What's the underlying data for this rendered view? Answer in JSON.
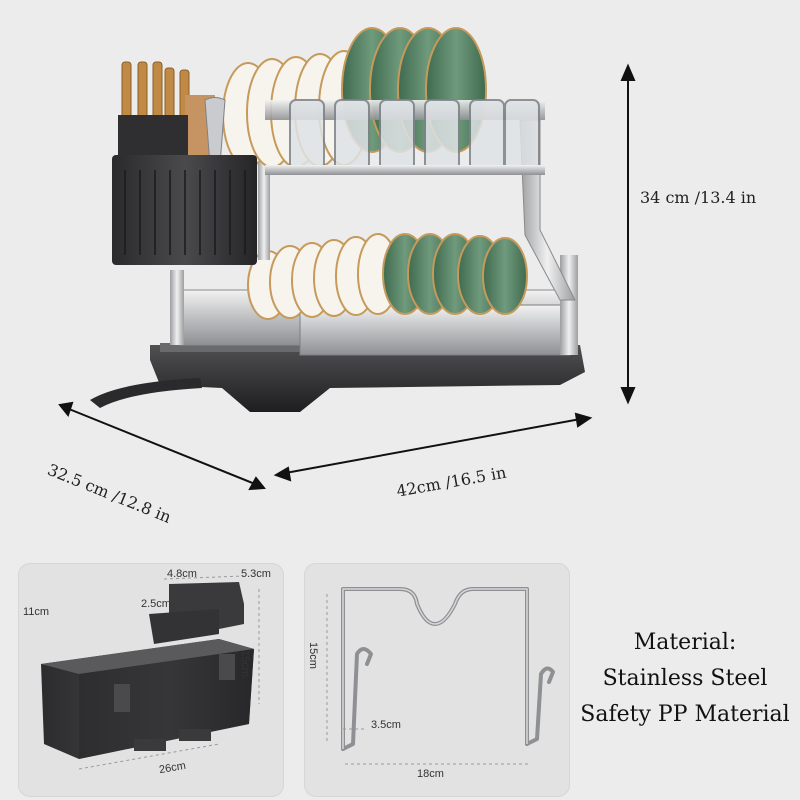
{
  "dimensions": {
    "height": "34 cm /13.4 in",
    "depth": "32.5 cm /12.8 in",
    "width": "42cm /16.5 in"
  },
  "utensil_holder": {
    "w_top": "4.8cm",
    "w_side": "5.3cm",
    "slot": "2.5cm",
    "height_left": "11cm",
    "height_right": "15cm",
    "length": "26cm"
  },
  "board_holder": {
    "height": "15cm",
    "hook": "3.5cm",
    "width": "18cm"
  },
  "material": {
    "heading": "Material:",
    "line1": "Stainless Steel",
    "line2": "Safety PP Material"
  },
  "colors": {
    "background": "#ececec",
    "steel": "#c9cacc",
    "dark_tray": "#2d2d2f",
    "plate_green": "#5f8a6c",
    "plate_white": "#f7f4ee",
    "gold_rim": "#c59a5a"
  }
}
